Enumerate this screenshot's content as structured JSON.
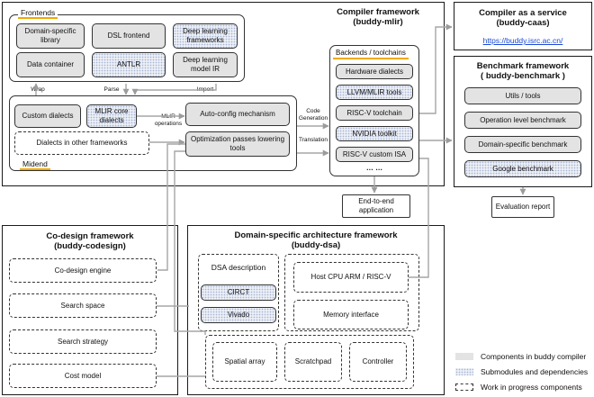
{
  "compiler": {
    "title_line1": "Compiler framework",
    "title_line2": "(buddy-mlir)",
    "frontends_tag": "Frontends",
    "frontends": [
      "Domain-specific library",
      "DSL frontend",
      "Deep learning frameworks",
      "Data container",
      "ANTLR",
      "Deep learning model IR"
    ],
    "edge_wrap": "Wrap",
    "edge_parse": "Parse",
    "edge_import": "Import",
    "midend_tag": "Midend",
    "midend": {
      "custom_dialects": "Custom dialects",
      "mlir_core_dialects": "MLIR core dialects",
      "other_dialects": "Dialects in other frameworks",
      "auto_config": "Auto-config mechanism",
      "optimization": "Optimization passes lowering tools",
      "mlir_operations": "MLIR operations"
    },
    "code_generation": "Code Generation",
    "translation": "Translation",
    "backends_tag": "Backends / toolchains",
    "backends": [
      "Hardware dialects",
      "LLVM/MLIR tools",
      "RISC-V toolchain",
      "NVIDIA toolkit",
      "RISC-V custom ISA"
    ],
    "ellipsis": "… …",
    "end_to_end": "End-to-end application"
  },
  "caas": {
    "title_line1": "Compiler as a service",
    "title_line2": "(buddy-caas)",
    "url": "https://buddy.isrc.ac.cn/"
  },
  "benchmark": {
    "title_line1": "Benchmark framework",
    "title_line2": "( buddy-benchmark )",
    "items": [
      "Utils / tools",
      "Operation level benchmark",
      "Domain-specific benchmark",
      "Google benchmark"
    ],
    "evaluation_report": "Evaluation report"
  },
  "codesign": {
    "title_line1": "Co-design framework",
    "title_line2": "(buddy-codesign)",
    "items": [
      "Co-design engine",
      "Search space",
      "Search strategy",
      "Cost model"
    ]
  },
  "dsa": {
    "title_line1": "Domain-specific architecture framework",
    "title_line2": "(buddy-dsa)",
    "dsa_description": "DSA description",
    "circt": "CIRCT",
    "vivado": "Vivado",
    "host_cpu": "Host CPU ARM / RISC-V",
    "memory_interface": "Memory interface",
    "spatial_array": "Spatial array",
    "scratchpad": "Scratchpad",
    "controller": "Controller"
  },
  "legend": {
    "components": "Components in buddy compiler",
    "submodules": "Submodules and dependencies",
    "wip": "Work in progress components"
  },
  "colors": {
    "component_fill": "#e3e3e3",
    "submodule_fill": "#eceff6",
    "frontends_underline": "#f2a900",
    "link": "#1a49d6"
  }
}
